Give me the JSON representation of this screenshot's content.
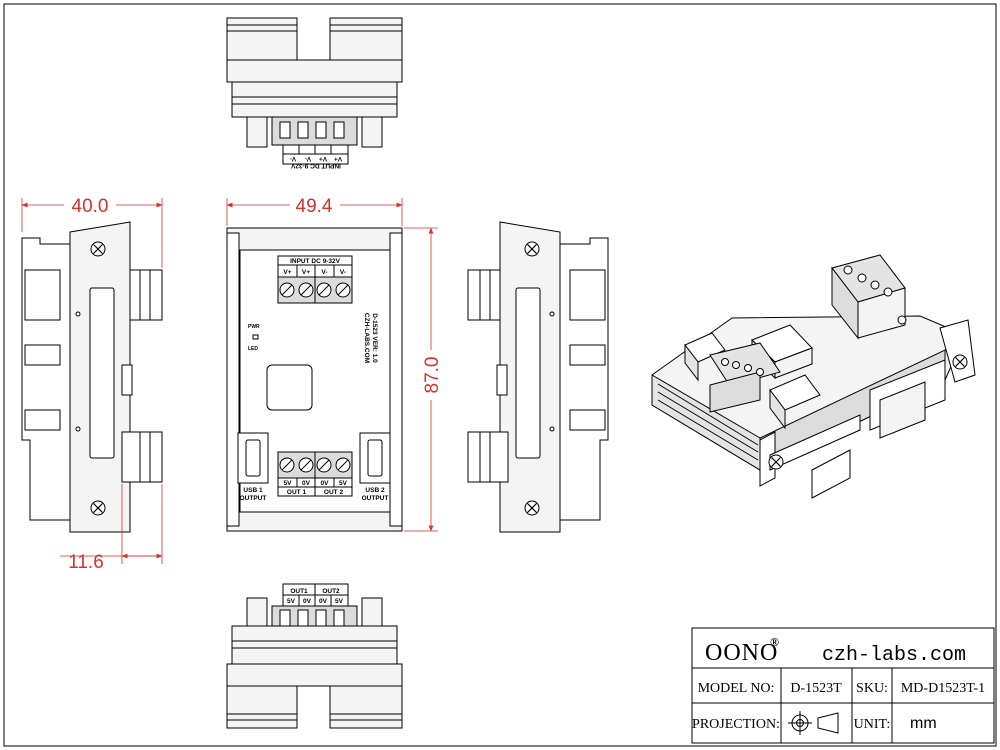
{
  "dimensions": {
    "width_side": "40.0",
    "width_front": "49.4",
    "height_front": "87.0",
    "depth_bottom": "11.6"
  },
  "board": {
    "input_title": "INPUT DC 9-32V",
    "input_pins": [
      "V+",
      "V+",
      "V-",
      "V-"
    ],
    "top_view_label": "INPUT DC 9-32V",
    "top_view_pins": [
      "V+",
      "V+",
      "V-",
      "V-"
    ],
    "pwr_label": "PWR",
    "led_label": "LED",
    "version_line1": "D-1523 VER: 1.0",
    "version_line2": "CZH-LABS.COM",
    "usb1_label_line1": "USB 1",
    "usb1_label_line2": "OUTPUT",
    "usb2_label_line1": "USB 2",
    "usb2_label_line2": "OUTPUT",
    "out_pins": [
      "5V",
      "0V",
      "0V",
      "5V"
    ],
    "out1_label": "OUT 1",
    "out2_label": "OUT 2",
    "bottom_group1": "OUT1",
    "bottom_group2": "OUT2",
    "bottom_pins": [
      "5V",
      "0V",
      "0V",
      "5V"
    ]
  },
  "title_block": {
    "brand": "OONO",
    "registered": "®",
    "website": "czh-labs.com",
    "model_label": "MODEL NO:",
    "model_value": "D-1523T",
    "sku_label": "SKU:",
    "sku_value": "MD-D1523T-1",
    "projection_label": "PROJECTION:",
    "unit_label": "UNIT:",
    "unit_value": "mm"
  },
  "colors": {
    "dimension": "#d8312f",
    "line": "#000000",
    "body_fill": "#f4f4f4",
    "terminal_fill": "#dcdcdc"
  }
}
